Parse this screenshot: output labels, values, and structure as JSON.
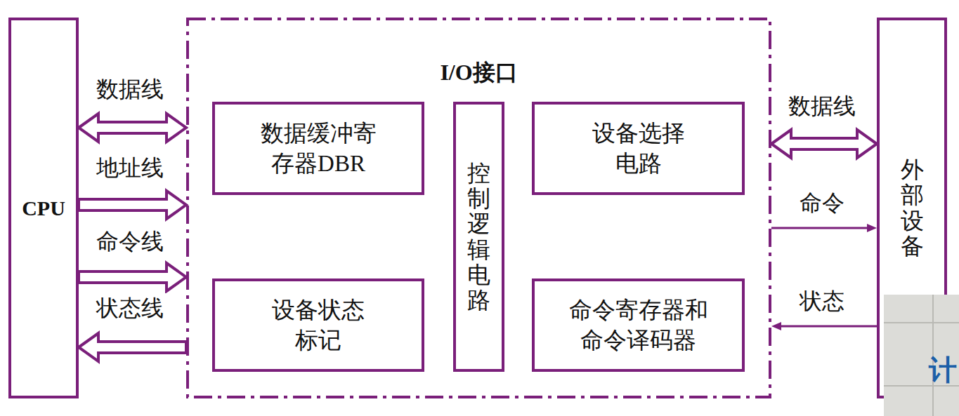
{
  "diagram": {
    "nodes": [
      {
        "text": [
          "CPU"
        ]
      },
      {
        "text": [
          "I/O接口"
        ]
      },
      {
        "text": [
          "数据缓冲寄存器DBR"
        ],
        "in": 1
      },
      {
        "text": [
          "控制逻辑电路"
        ],
        "in": 1
      },
      {
        "text": [
          "设备选择电路"
        ],
        "in": 1
      },
      {
        "text": [
          "设备状态标记"
        ],
        "in": 1
      },
      {
        "text": [
          "命令寄存器和命令译码器"
        ],
        "in": 1
      },
      {
        "text": [
          "外部设备"
        ]
      }
    ],
    "edges": [
      {
        "from": 0,
        "to": 1,
        "arrow": "both",
        "label": "数据线"
      },
      {
        "from": 0,
        "to": 1,
        "arrow": "to",
        "label": "地址线"
      },
      {
        "from": 0,
        "to": 1,
        "arrow": "to",
        "label": "命令线"
      },
      {
        "from": 1,
        "to": 0,
        "arrow": "to",
        "label": "状态线"
      },
      {
        "from": 1,
        "to": 7,
        "arrow": "both",
        "label": "数据线"
      },
      {
        "from": 1,
        "to": 7,
        "arrow": "to",
        "label": "命令"
      },
      {
        "from": 7,
        "to": 1,
        "arrow": "to",
        "label": "状态"
      }
    ],
    "labels": [
      "计"
    ]
  }
}
